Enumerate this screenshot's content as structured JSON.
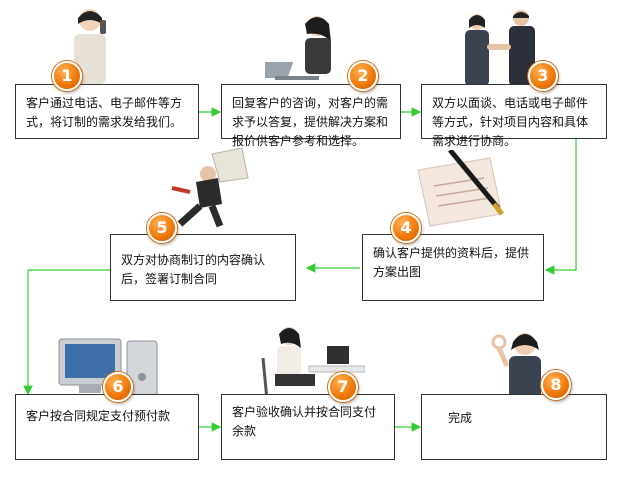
{
  "steps": [
    {
      "num": "1",
      "text": "客户通过电话、电子邮件等方式，将订制的需求发给我们。"
    },
    {
      "num": "2",
      "text": "回复客户的咨询，对客户的需求予以答复，提供解决方案和报价供客户参考和选择。"
    },
    {
      "num": "3",
      "text": "双方以面谈、电话或电子邮件等方式，针对项目内容和具体需求进行协商。"
    },
    {
      "num": "4",
      "text": "确认客户提供的资料后，提供方案出图"
    },
    {
      "num": "5",
      "text": "双方对协商制订的内容确认后，签署订制合同"
    },
    {
      "num": "6",
      "text": "客户按合同规定支付预付款"
    },
    {
      "num": "7",
      "text": "客户验收确认并按合同支付余款"
    },
    {
      "num": "8",
      "text": "完成"
    }
  ],
  "colors": {
    "arrow": "#33cc33",
    "badge": "#f07a0a",
    "border": "#333333"
  }
}
